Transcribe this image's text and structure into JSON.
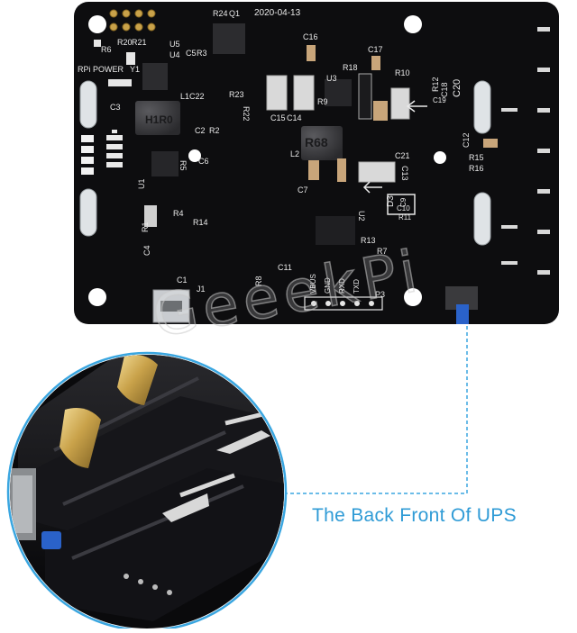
{
  "board": {
    "date": "2020-04-13",
    "inductor_main": "H1R0",
    "inductor_second": "R68",
    "labels": {
      "rpi_power": "RPi POWER",
      "r24": "R24",
      "q1": "Q1",
      "r6": "R6",
      "r20": "R20",
      "r21": "R21",
      "u5": "U5",
      "u4": "U4",
      "c5": "C5",
      "r3": "R3",
      "y1": "Y1",
      "c16": "C16",
      "c17": "C17",
      "r18": "R18",
      "u3": "U3",
      "r10": "R10",
      "r12": "R12",
      "c18": "C18",
      "c20": "C20",
      "c19": "C19",
      "r9": "R9",
      "c15": "C15",
      "c14": "C14",
      "l1": "L1",
      "c22": "C22",
      "r23": "R23",
      "r22": "R22",
      "c3": "C3",
      "c2": "C2",
      "r2": "R2",
      "r5": "R5",
      "c6": "C6",
      "u1": "U1",
      "r4": "R4",
      "r14": "R14",
      "r1": "R1",
      "c4": "C4",
      "l2": "L2",
      "c7": "C7",
      "c21": "C21",
      "c13": "C13",
      "d3": "D3",
      "c9": "C9",
      "c10": "C10",
      "r11": "R11",
      "c12": "C12",
      "r15": "R15",
      "r16": "R16",
      "u2": "U2",
      "r13": "R13",
      "r7": "R7",
      "r8": "R8",
      "c11": "C11",
      "c1": "C1",
      "j1": "J1",
      "vbus": "VBUS",
      "gnd": "GND",
      "rxd": "RXD",
      "txd": "TXD",
      "p3": "P3"
    }
  },
  "watermark": "GeeekPi",
  "caption": "The Back Front Of UPS",
  "colors": {
    "pcb": "#0d0d0f",
    "silk": "#e9e9e9",
    "callout": "#3aa6e0",
    "caption": "#2f9bd6",
    "brass": "#c9a24a",
    "button": "#2a62c9"
  }
}
